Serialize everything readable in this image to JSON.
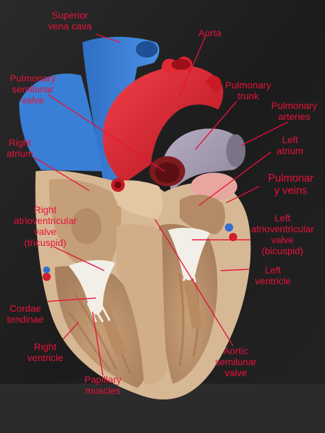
{
  "colors": {
    "label_text": "#e8123a",
    "leader_line": "#e8123a",
    "myocardium": "#d7b894",
    "chamber_wall": "#c49f78",
    "aorta": "#d81e2a",
    "vena_cava": "#3a7fd6",
    "pulmonary_trunk": "#a79db2",
    "valve": "#f2efe8",
    "background": "#1a1a1a"
  },
  "labels": {
    "superior_vena_cava": "Superior\nvena cava",
    "aorta": "Aorta",
    "pulmonary_semilunar_valve": "Pulmonary\nsemilunar\nvalve",
    "pulmonary_trunk": "Pulmonary\ntrunk",
    "pulmonary_arteries": "Pulmonary\narteries",
    "right_atrium": "Right\natrium",
    "left_atrium": "Left\natrium",
    "pulmonary_veins": "Pulmonar\ny veins",
    "right_av_valve": "Right\natrioventricular\nvalve\n(tricuspid)",
    "left_av_valve": "Left\natrioventricular\nvalve\n(bicuspid)",
    "left_ventricle": "Left\nventricle",
    "chordae_tendinae": "Cordae\ntendinae",
    "right_ventricle": "Right\nventricle",
    "aortic_semilunar_valve": "Aortic\nsemilunar\nvalve",
    "papillary_muscles": "Papillary\nmuscles"
  }
}
